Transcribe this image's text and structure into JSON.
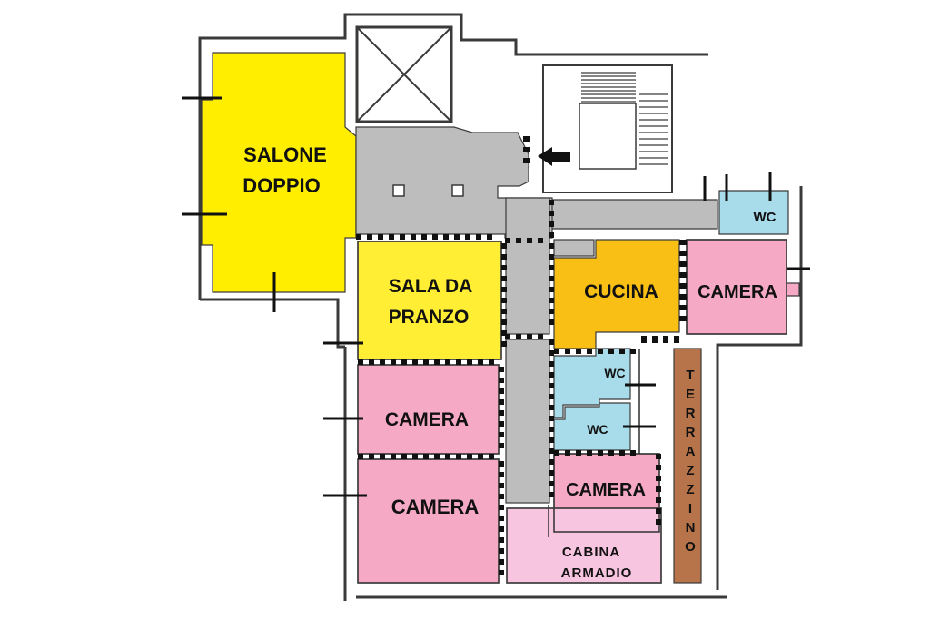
{
  "colors": {
    "salone": "#ffee00",
    "sala_pranzo": "#ffee33",
    "corridor": "#bdbdbd",
    "camera": "#f6a9c4",
    "cucina": "#f9bf14",
    "wc": "#a8dceb",
    "terrazzino": "#b7744a",
    "cabina": "#f8c5e0",
    "wall": "#3a3a3a"
  },
  "rooms": {
    "salone_line1": "SALONE",
    "salone_line2": "DOPPIO",
    "sala_line1": "SALA DA",
    "sala_line2": "PRANZO",
    "cucina": "CUCINA",
    "camera_right": "CAMERA",
    "camera_left_upper": "CAMERA",
    "camera_left_lower": "CAMERA",
    "camera_center": "CAMERA",
    "wc_top": "WC",
    "wc_mid1": "WC",
    "wc_mid2": "WC",
    "cabina_line1": "CABINA",
    "cabina_line2": "ARMADIO",
    "terrazzino_letters": [
      "T",
      "E",
      "R",
      "R",
      "A",
      "Z",
      "Z",
      "I",
      "N",
      "O"
    ]
  },
  "icons": {
    "entrance": "arrow-left-icon",
    "lift": "elevator-shaft-icon",
    "stairs": "staircase-icon"
  }
}
